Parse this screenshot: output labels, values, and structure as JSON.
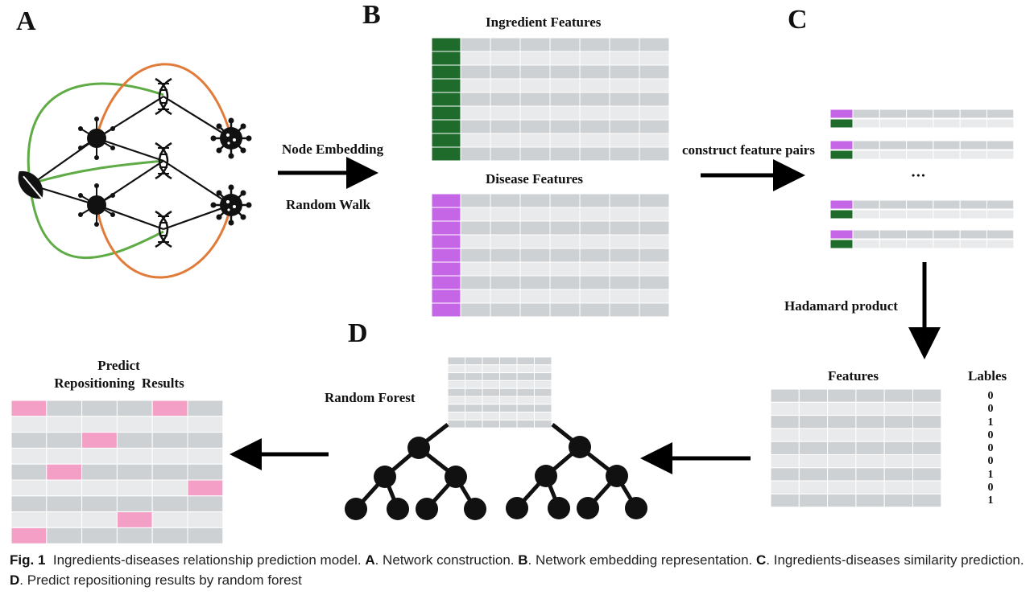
{
  "panels": {
    "a": "A",
    "b": "B",
    "c": "C",
    "d": "D"
  },
  "labels": {
    "ingredient_features": "Ingredient Features",
    "disease_features": "Disease Features",
    "node_embedding": "Node Embedding",
    "random_walk": "Random Walk",
    "construct_pairs": "construct feature pairs",
    "ellipsis": "•••",
    "hadamard": "Hadamard product",
    "features": "Features",
    "lables": "Lables",
    "random_forest": "Random Forest",
    "predict_line1": "Predict",
    "predict_line2": "Repositioning  Results"
  },
  "label_values": [
    "0",
    "0",
    "1",
    "0",
    "0",
    "0",
    "1",
    "0",
    "1"
  ],
  "caption": {
    "fig": "Fig. 1",
    "intro": "Ingredients-diseases relationship prediction model.",
    "a_key": "A",
    "a_text": ". Network construction.",
    "b_key": "B",
    "b_text": ". Network embedding representation.",
    "c_key": "C",
    "c_text": ". Ingredients-diseases similarity prediction.",
    "d_key": "D",
    "d_text": ". Predict repositioning results by random forest"
  },
  "colors": {
    "ingredient": "#1f6b2c",
    "disease": "#c466e6",
    "predicted": "#f39fc6",
    "row_dark": "#ced1d4",
    "row_light": "#e8eaeb",
    "edge_green": "#5fab45",
    "edge_orange": "#e07b3a"
  },
  "result_grid": {
    "rows": 9,
    "cols": 6,
    "highlighted": [
      [
        0,
        0
      ],
      [
        0,
        4
      ],
      [
        2,
        2
      ],
      [
        4,
        1
      ],
      [
        5,
        5
      ],
      [
        7,
        3
      ],
      [
        8,
        0
      ]
    ]
  }
}
